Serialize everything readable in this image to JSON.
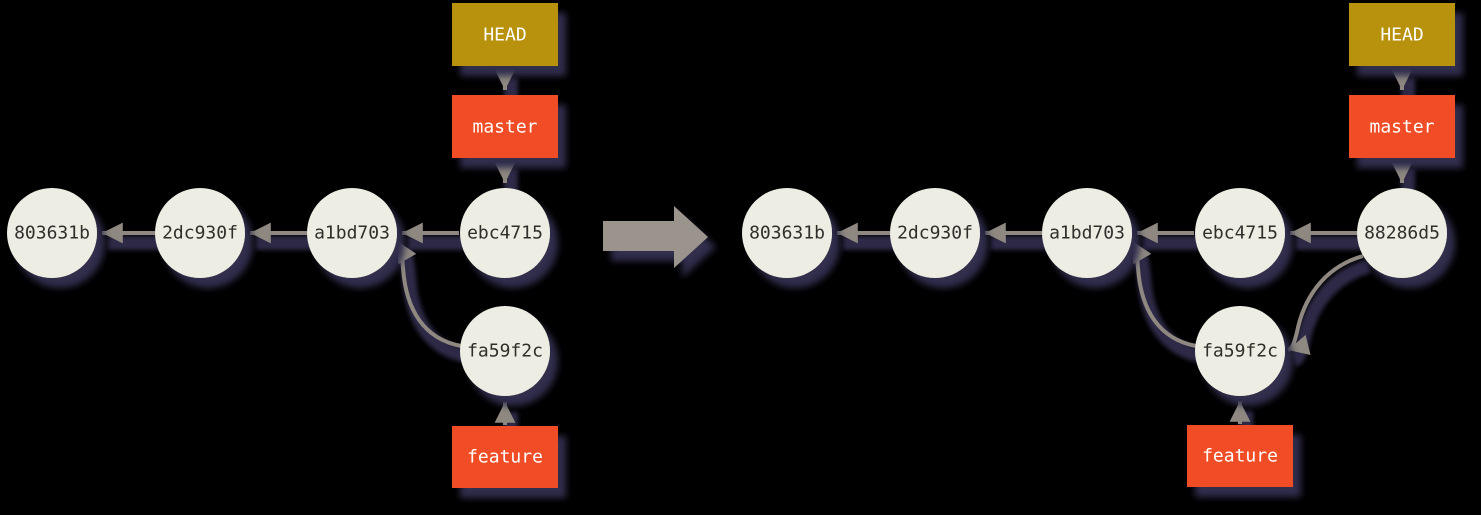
{
  "diagram_type": "git-commit-graph-before-after-merge",
  "colors": {
    "background": "#000000",
    "commit_fill": "#eeede3",
    "commit_text": "#2f2e2c",
    "head_fill": "#b8920b",
    "branch_fill": "#f04e27",
    "label_text": "#ffffff",
    "arrow": "#8e8880",
    "shadow": "#302d4c",
    "transition_arrow_fill": "#9a948c"
  },
  "transition_arrow": {
    "direction": "right"
  },
  "panels": [
    {
      "name": "before-merge",
      "head": {
        "label": "HEAD"
      },
      "branches": [
        {
          "label": "master",
          "points_to": "ebc4715"
        },
        {
          "label": "feature",
          "points_to": "fa59f2c"
        }
      ],
      "commits": [
        {
          "id": "803631b"
        },
        {
          "id": "2dc930f"
        },
        {
          "id": "a1bd703"
        },
        {
          "id": "ebc4715"
        },
        {
          "id": "fa59f2c"
        }
      ],
      "edges": [
        {
          "from": "2dc930f",
          "to": "803631b"
        },
        {
          "from": "a1bd703",
          "to": "2dc930f"
        },
        {
          "from": "ebc4715",
          "to": "a1bd703"
        },
        {
          "from": "fa59f2c",
          "to": "a1bd703"
        },
        {
          "from": "HEAD",
          "to": "master"
        },
        {
          "from": "master",
          "to": "ebc4715"
        },
        {
          "from": "feature",
          "to": "fa59f2c"
        }
      ]
    },
    {
      "name": "after-merge",
      "head": {
        "label": "HEAD"
      },
      "branches": [
        {
          "label": "master",
          "points_to": "88286d5"
        },
        {
          "label": "feature",
          "points_to": "fa59f2c"
        }
      ],
      "commits": [
        {
          "id": "803631b"
        },
        {
          "id": "2dc930f"
        },
        {
          "id": "a1bd703"
        },
        {
          "id": "ebc4715"
        },
        {
          "id": "88286d5"
        },
        {
          "id": "fa59f2c"
        }
      ],
      "edges": [
        {
          "from": "2dc930f",
          "to": "803631b"
        },
        {
          "from": "a1bd703",
          "to": "2dc930f"
        },
        {
          "from": "ebc4715",
          "to": "a1bd703"
        },
        {
          "from": "fa59f2c",
          "to": "a1bd703"
        },
        {
          "from": "88286d5",
          "to": "ebc4715"
        },
        {
          "from": "88286d5",
          "to": "fa59f2c"
        },
        {
          "from": "HEAD",
          "to": "master"
        },
        {
          "from": "master",
          "to": "88286d5"
        },
        {
          "from": "feature",
          "to": "fa59f2c"
        }
      ]
    }
  ]
}
